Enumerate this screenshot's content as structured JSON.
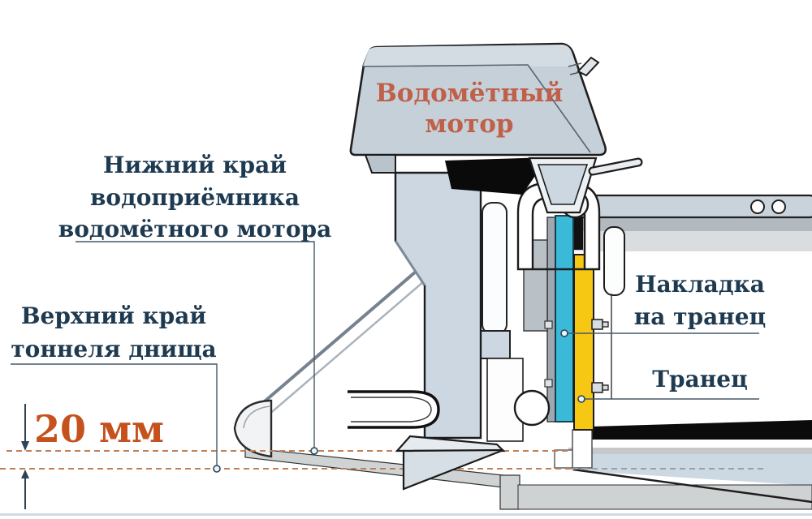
{
  "labels": {
    "motor_line1": "Водомётный",
    "motor_line2": "мотор",
    "intake_line1": "Нижний край",
    "intake_line2": "водоприёмника",
    "intake_line3": "водомётного мотора",
    "tunnel_line1": "Верхний край",
    "tunnel_line2": "тоннеля днища",
    "pad_line1": "Накладка",
    "pad_line2": "на транец",
    "transom": "Транец",
    "dimension": "20 мм"
  },
  "colors": {
    "label_navy": "#1e3a50",
    "dimension_orange": "#c5511d",
    "motor_label_red": "#bf6049",
    "pad_cyan": "#3ab9d9",
    "transom_yellow": "#f6c713",
    "hull_gray_blue": "#c9d3dc",
    "datum_dash_tan": "#c08055"
  }
}
